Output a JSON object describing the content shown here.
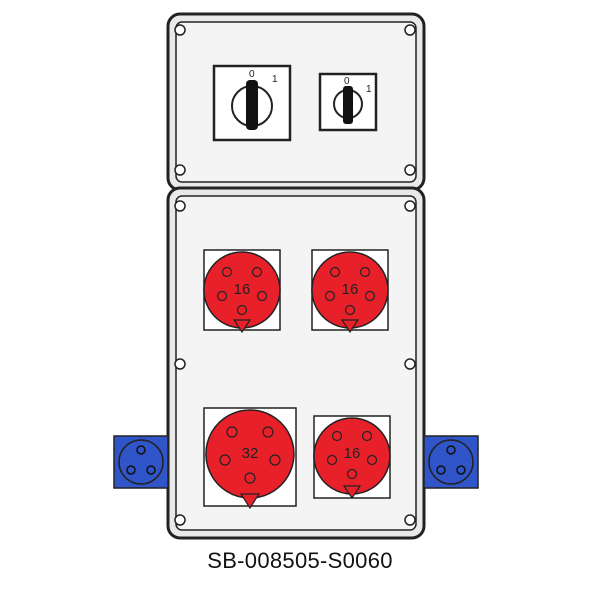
{
  "caption": "SB-008505-S0060",
  "colors": {
    "red": "#e8202a",
    "blue": "#2f55c8",
    "outline": "#222222",
    "panel": "#f2f2f2"
  },
  "switches": [
    {
      "off_label": "0",
      "on_label": "1"
    },
    {
      "off_label": "0",
      "on_label": "1"
    }
  ],
  "sockets": [
    {
      "rating": "16",
      "color": "red"
    },
    {
      "rating": "16",
      "color": "red"
    },
    {
      "rating": "32",
      "color": "red"
    },
    {
      "rating": "16",
      "color": "red"
    }
  ],
  "side_sockets": [
    {
      "side": "left",
      "color": "blue"
    },
    {
      "side": "right",
      "color": "blue"
    }
  ]
}
